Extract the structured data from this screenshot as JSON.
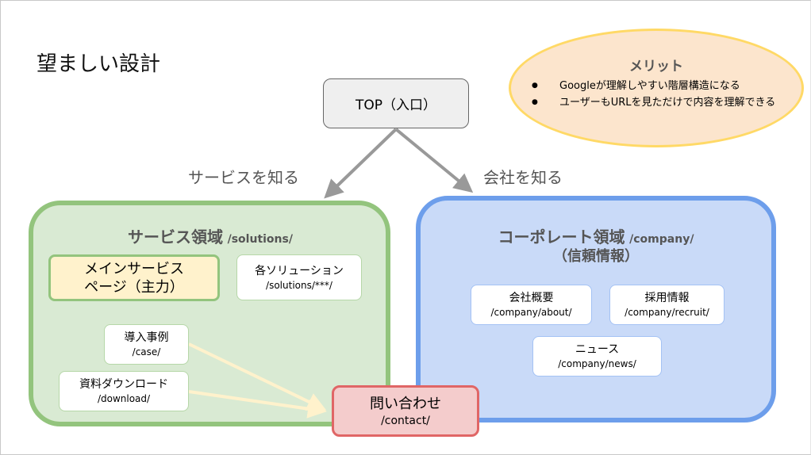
{
  "title": "望ましい設計",
  "merit": {
    "title": "メリット",
    "items": [
      "Googleが理解しやすい階層構造になる",
      "ユーザーもURLを見ただけで内容を理解できる"
    ]
  },
  "top_node": {
    "label": "TOP（入口）"
  },
  "edges": {
    "service_label": "サービスを知る",
    "company_label": "会社を知る"
  },
  "service_region": {
    "title": "サービス領域",
    "path": "/solutions/",
    "main_node": {
      "line1": "メインサービス",
      "line2": "ページ（主力）"
    },
    "nodes": [
      {
        "label": "各ソリューション",
        "path": "/solutions/***/"
      },
      {
        "label": "導入事例",
        "path": "/case/"
      },
      {
        "label": "資料ダウンロード",
        "path": "/download/"
      }
    ]
  },
  "company_region": {
    "title": "コーポレート領域",
    "path": "/company/",
    "subtitle": "（信頼情報）",
    "nodes": [
      {
        "label": "会社概要",
        "path": "/company/about/"
      },
      {
        "label": "採用情報",
        "path": "/company/recruit/"
      },
      {
        "label": "ニュース",
        "path": "/company/news/"
      }
    ]
  },
  "contact_node": {
    "label": "問い合わせ",
    "path": "/contact/"
  },
  "colors": {
    "service_fill": "#d9ead3",
    "service_border": "#93c47d",
    "company_fill": "#c9daf8",
    "company_border": "#6d9eeb",
    "contact_fill": "#f4cccc",
    "contact_border": "#e06666",
    "merit_fill": "#fce5cd",
    "merit_border": "#ffd966",
    "arrow_gray": "#999999",
    "arrow_cream": "#fff2cc"
  }
}
